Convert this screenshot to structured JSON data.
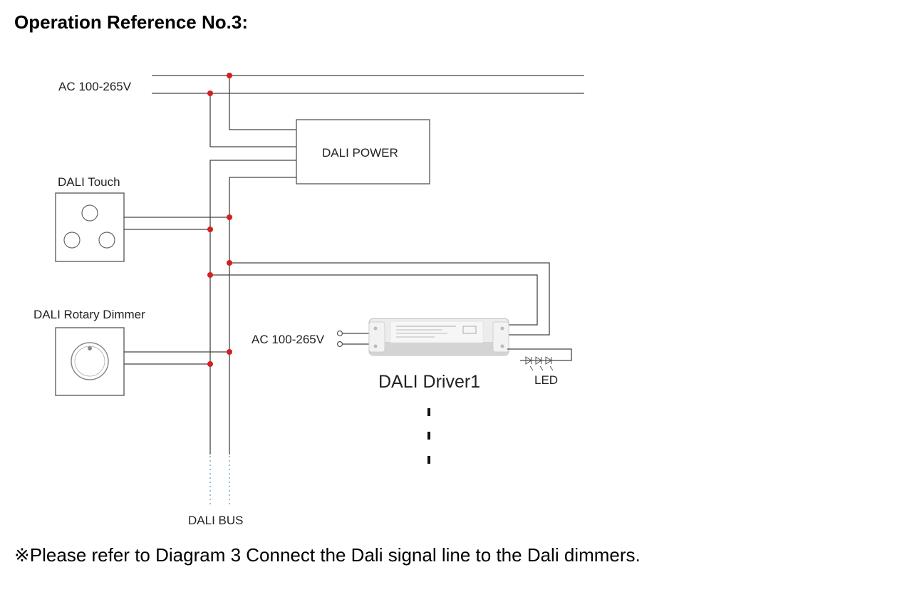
{
  "heading": "Operation Reference No.3:",
  "diagram": {
    "ac_label_top": "AC 100-265V",
    "dali_power_label": "DALI POWER",
    "dali_touch_label": "DALI Touch",
    "dali_rotary_label": "DALI Rotary Dimmer",
    "ac_label_driver": "AC 100-265V",
    "driver_label": "DALI Driver1",
    "led_label": "LED",
    "dali_bus_label": "DALI BUS"
  },
  "note": "※Please refer to Diagram 3 Connect the Dali signal line to the Dali dimmers.",
  "colors": {
    "node": "#d42020",
    "wire": "#444444",
    "bus_dash": "#7ab0d8"
  }
}
